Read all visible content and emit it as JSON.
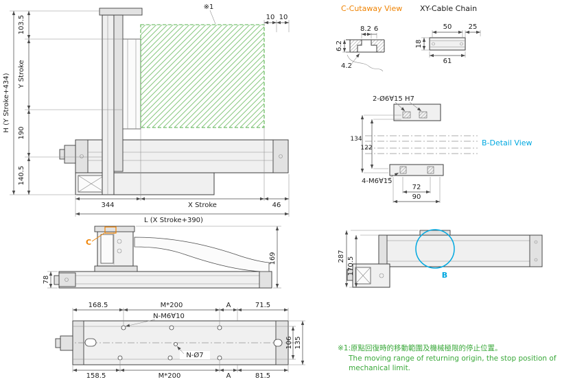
{
  "colors": {
    "accent_orange": "#ef8200",
    "accent_cyan": "#00a8e0",
    "note_green": "#3aa83a",
    "hatch_green": "#86c77e",
    "line": "#3d3d3d"
  },
  "front_view": {
    "note_ref": "※1",
    "dim_top_a": "10",
    "dim_top_b": "10",
    "dim_left": [
      "103.5",
      "Y Stroke",
      "190",
      "140.5"
    ],
    "dim_height": "H (Y Stroke+434)",
    "dim_bottom": [
      "344",
      "X Stroke",
      "46"
    ],
    "dim_length": "L (X Stroke+390)"
  },
  "c_cutaway": {
    "title": "C-Cutaway View",
    "dim_width_top": "8.2",
    "dim_width_inner": "6",
    "dim_depth": "6.2",
    "dim_bottom": "4.2"
  },
  "cable_chain": {
    "title": "XY-Cable Chain",
    "dim_inner_width": "50",
    "dim_bend": "25",
    "dim_height": "18",
    "dim_outer_width": "61"
  },
  "b_detail": {
    "title": "B-Detail View",
    "label_top_holes": "2-Ø6∀15 H7",
    "dim_outer": "134",
    "dim_inner": "122",
    "label_bottom_holes": "4-M6∀15",
    "dim_hole_pitch": "72",
    "dim_flange": "90"
  },
  "side_view": {
    "label_c": "C",
    "dim_height": "169",
    "dim_rail_height": "78"
  },
  "end_view": {
    "label_b": "B",
    "dim_total_height": "287",
    "dim_body_height": "170.5"
  },
  "top_view": {
    "dim_top": [
      "168.5",
      "M*200",
      "A",
      "71.5"
    ],
    "label_tap_holes": "N-M6∀10",
    "label_through_holes": "N-Ø7",
    "dim_width_inner": "106",
    "dim_width_outer": "135",
    "dim_bottom": [
      "158.5",
      "M*200",
      "A",
      "81.5"
    ]
  },
  "note": {
    "line1": "※1:原點回復時的移動範圍及機械極限的停止位置。",
    "line2": "The moving range of returning origin, the stop position of",
    "line3": "mechanical limit."
  }
}
